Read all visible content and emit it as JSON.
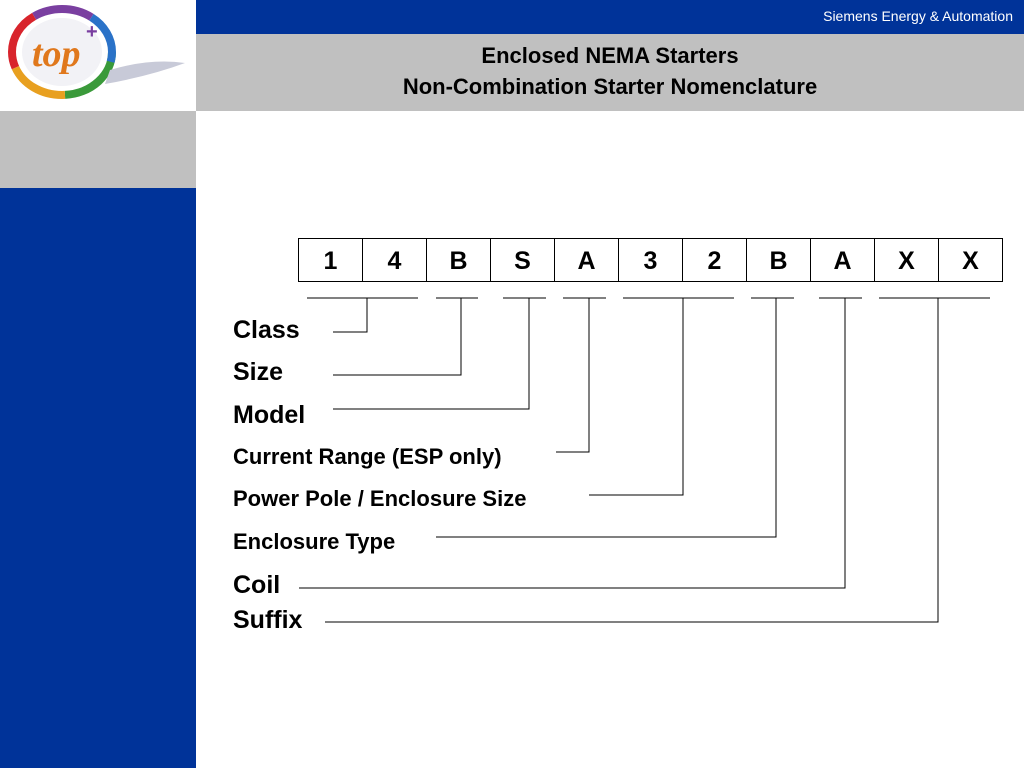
{
  "header": {
    "company": "Siemens Energy & Automation",
    "title_line1": "Enclosed NEMA Starters",
    "title_line2": "Non-Combination Starter Nomenclature"
  },
  "logo": {
    "text": "top",
    "sup": "+"
  },
  "code": [
    "1",
    "4",
    "B",
    "S",
    "A",
    "3",
    "2",
    "B",
    "A",
    "X",
    "X"
  ],
  "labels": {
    "class": "Class",
    "size": "Size",
    "model": "Model",
    "current_range": "Current Range (ESP only)",
    "power_pole": "Power Pole / Enclosure Size",
    "enclosure_type": "Enclosure Type",
    "coil": "Coil",
    "suffix": "Suffix"
  },
  "colors": {
    "brand_blue": "#003399",
    "band_gray": "#c0c0c0"
  }
}
